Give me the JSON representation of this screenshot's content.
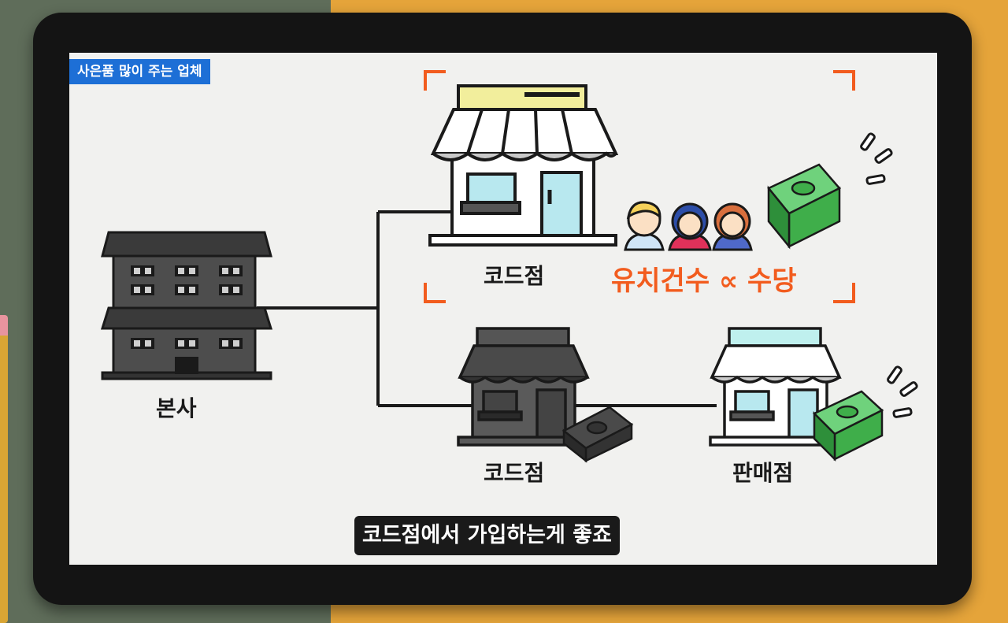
{
  "tag": "사은품 많이 주는 업체",
  "nodes": {
    "headquarters": "본사",
    "code_store_top": "코드점",
    "code_store_bottom": "코드점",
    "retail_store": "판매점"
  },
  "formula": "유치건수 ∝ 수당",
  "caption": "코드점에서 가입하는게 좋죠",
  "colors": {
    "accent_orange": "#f25c1e",
    "tag_blue": "#1d6fd6",
    "money_green": "#3fae4a"
  }
}
